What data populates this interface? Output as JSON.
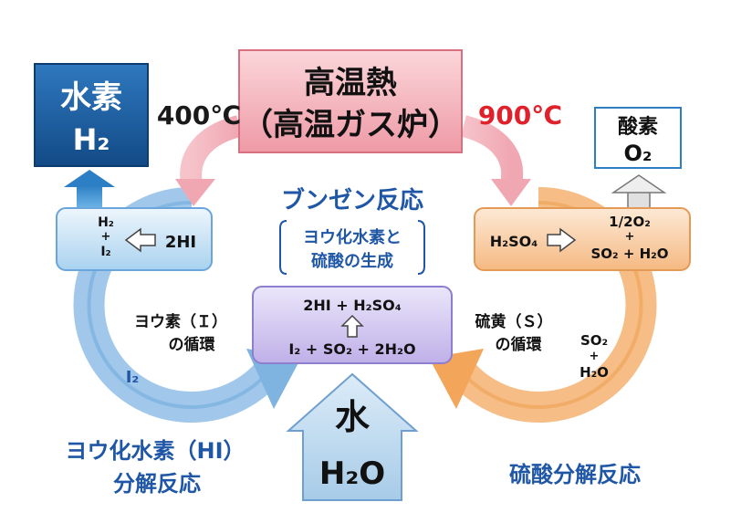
{
  "heat": {
    "line1": "高温熱",
    "line2": "（高温ガス炉）"
  },
  "temp_left": "400℃",
  "temp_right": "900℃",
  "hydrogen": {
    "name": "水素",
    "formula": "H₂"
  },
  "oxygen": {
    "name": "酸素",
    "formula": "O₂"
  },
  "bunsen": {
    "title": "ブンゼン反応",
    "sub1": "ヨウ化水素と",
    "sub2": "硫酸の生成",
    "top": "2HI + H₂SO₄",
    "bottom": "I₂ + SO₂ + 2H₂O"
  },
  "hi_box": {
    "left1": "H₂",
    "left2": "+",
    "left3": "I₂",
    "right": "2HI"
  },
  "h2so4_box": {
    "left": "H₂SO₄",
    "r1": "1/2O₂",
    "r2": "+",
    "r3": "SO₂ + H₂O"
  },
  "iodine_cycle": {
    "line1": "ヨウ素（Ｉ）",
    "line2": "の循環",
    "side": "I₂"
  },
  "sulfur_cycle": {
    "line1": "硫黄（Ｓ）",
    "line2": "の循環",
    "side1": "SO₂",
    "side2": "+",
    "side3": "H₂O"
  },
  "water": {
    "name": "水",
    "formula": "H₂O"
  },
  "hi_decomp": {
    "line1": "ヨウ化水素（HI）",
    "line2": "分解反応"
  },
  "so_decomp": "硫酸分解反応",
  "colors": {
    "blue_text": "#1f56a6",
    "red_text": "#e0202a",
    "heat_fill": "#f4b8c0",
    "hydrogen_fill": "#1a5c9c",
    "iodine_cycle": "#7fb3e0",
    "sulfur_cycle": "#f3a55a",
    "bunsen_fill": "#cfc3ee"
  }
}
